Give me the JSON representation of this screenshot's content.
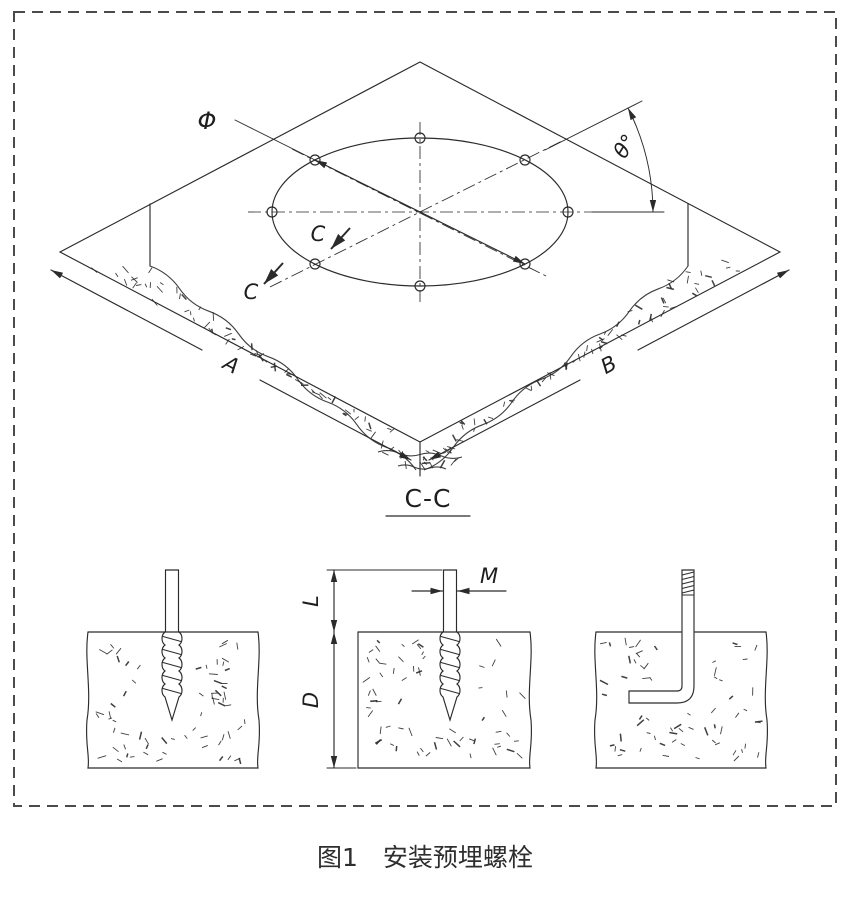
{
  "colors": {
    "line": "#2b2b2b",
    "frame": "#4b4b4b",
    "background": "#ffffff"
  },
  "iso": {
    "phi_label": "Φ",
    "theta_label": "θ°",
    "dim_a": "A",
    "dim_b": "B",
    "section_mark_1": "C",
    "section_mark_2": "C"
  },
  "section": {
    "title": "C-C",
    "dim_l": "L",
    "dim_m": "M",
    "dim_d": "D"
  },
  "caption": "图1　安装预埋螺栓"
}
